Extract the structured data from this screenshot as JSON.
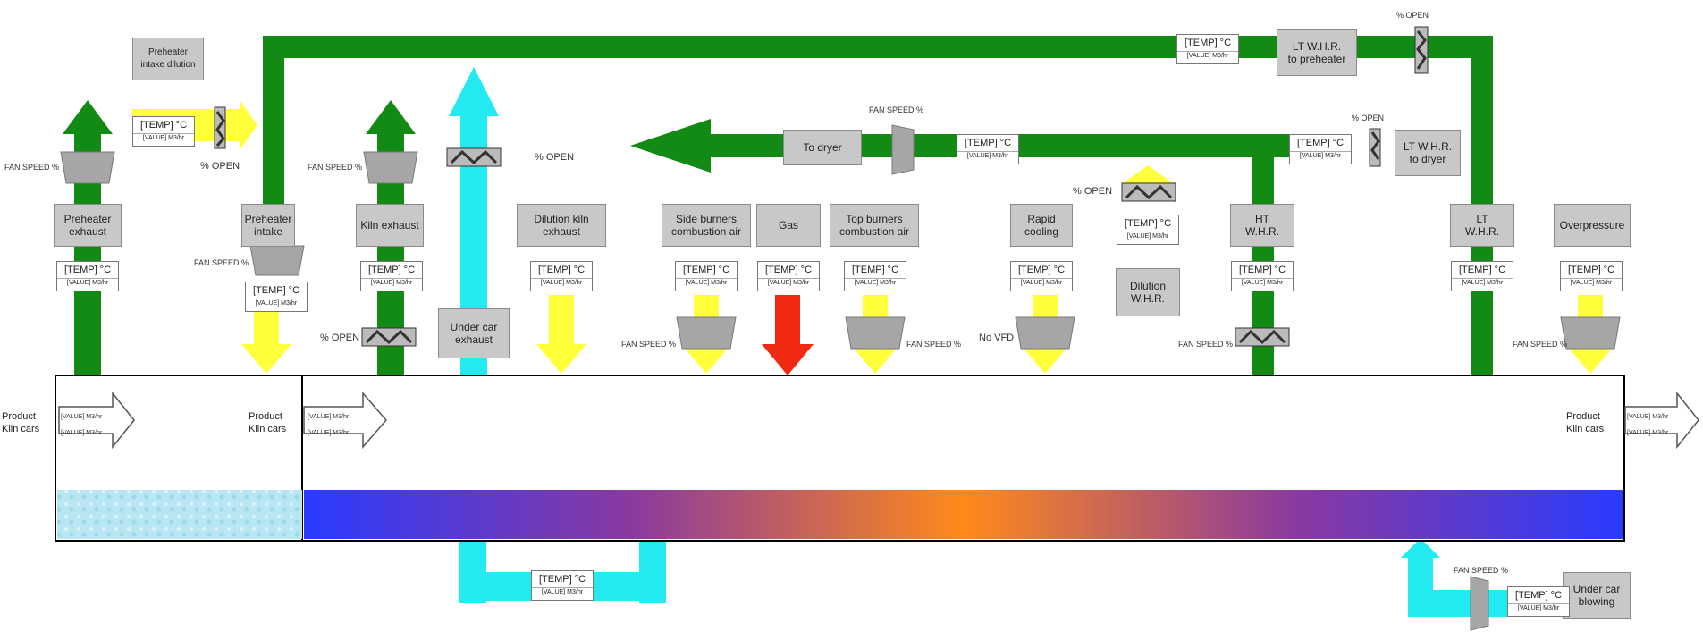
{
  "units": {
    "temp": "[TEMP] °C",
    "value": "[VALUE] M3/hr"
  },
  "labels": {
    "fan_speed": "FAN SPEED %",
    "pct_open": "% OPEN",
    "no_vfd": "No VFD",
    "product_kiln_cars": "Product\nKiln cars"
  },
  "boxes": {
    "preheater_intake_dilution": "Preheater\nintake dilution",
    "preheater_exhaust": "Preheater\nexhaust",
    "preheater_intake": "Preheater\nintake",
    "kiln_exhaust": "Kiln exhaust",
    "under_car_exhaust": "Under car\nexhaust",
    "dilution_kiln_exhaust": "Dilution kiln\nexhaust",
    "side_burners": "Side burners\ncombustion air",
    "gas": "Gas",
    "top_burners": "Top burners\ncombustion air",
    "rapid_cooling": "Rapid\ncooling",
    "dilution_whr": "Dilution\nW.H.R.",
    "ht_whr": "HT\nW.H.R.",
    "lt_whr": "LT\nW.H.R.",
    "overpressure": "Overpressure",
    "to_dryer": "To dryer",
    "lt_whr_to_dryer": "LT W.H.R.\nto dryer",
    "lt_whr_to_preheater": "LT W.H.R.\nto preheater",
    "under_car_blowing": "Under car\nblowing"
  },
  "colors": {
    "green": "#138a13",
    "cyan": "#22eaf0",
    "yellow": "#ffff3a",
    "red": "#f02a12",
    "fan_gray": "#a6a6a6",
    "gradient_edge": "#2a3bff",
    "gradient_mid": "#ff8a1a",
    "gradient_quarter": "#8a3a9e"
  },
  "icons": [
    "fan-icon",
    "damper-icon",
    "flow-arrow-icon"
  ]
}
